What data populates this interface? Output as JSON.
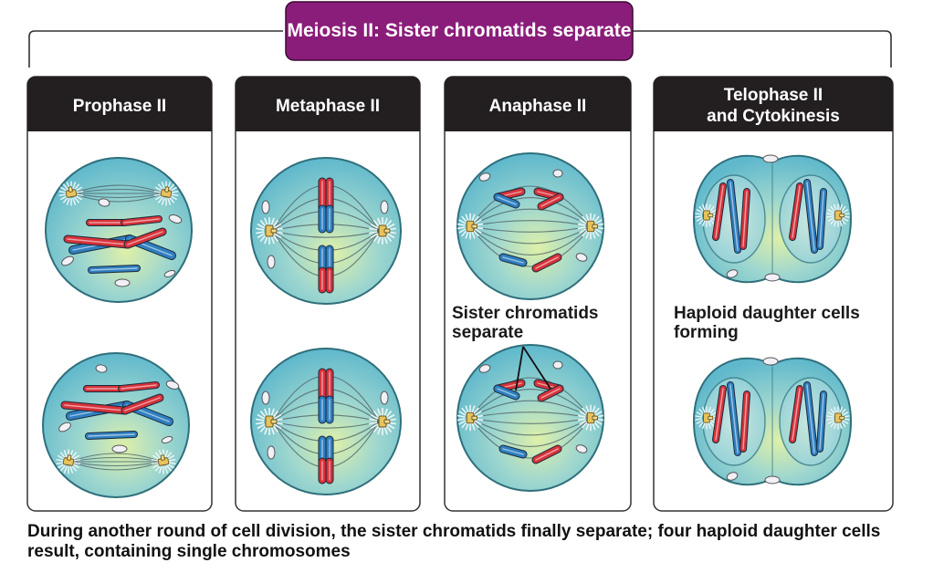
{
  "banner": {
    "title": "Meiosis II: Sister chromatids separate"
  },
  "phases": [
    {
      "line1": "Prophase II",
      "line2": ""
    },
    {
      "line1": "Metaphase II",
      "line2": ""
    },
    {
      "line1": "Anaphase II",
      "line2": ""
    },
    {
      "line1": "Telophase II",
      "line2": "and Cytokinesis"
    }
  ],
  "labels": {
    "sister_chromatids_line1": "Sister chromatids",
    "sister_chromatids_line2": "separate",
    "haploid_line1": "Haploid daughter cells",
    "haploid_line2": "forming"
  },
  "caption_line1": "During another round of cell division, the sister chromatids finally separate; four haploid daughter cells",
  "caption_line2": "result, containing single chromosomes",
  "colors": {
    "banner": "#8b1d7a",
    "header": "#231f20",
    "cell_fill": "#7ecad6",
    "cell_edge": "#2f6f7c",
    "chromatid_red": "#d8323a",
    "chromatid_blue": "#2f7fc1",
    "centrosome": "#e8c35a"
  }
}
